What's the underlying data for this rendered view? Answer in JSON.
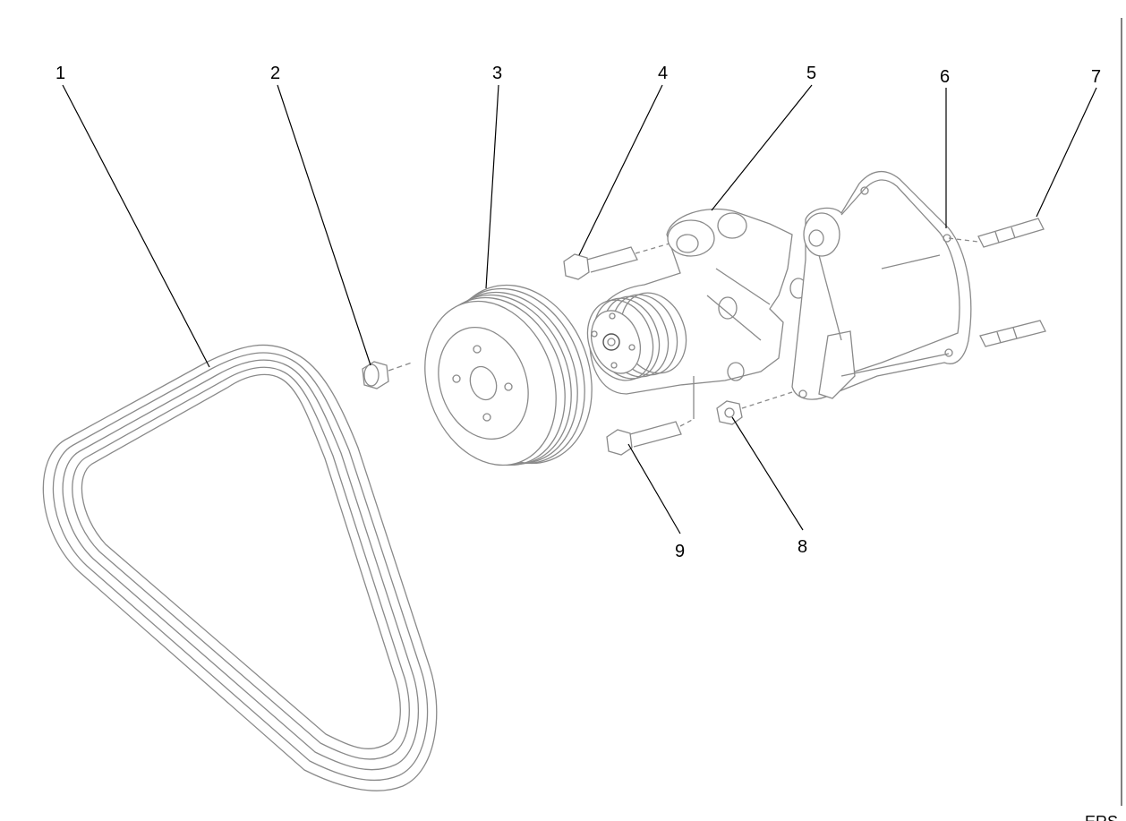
{
  "callouts": [
    {
      "number": "1",
      "part": "drive-belt"
    },
    {
      "number": "2",
      "part": "pulley-bolt"
    },
    {
      "number": "3",
      "part": "pulley"
    },
    {
      "number": "4",
      "part": "pump-bolt"
    },
    {
      "number": "5",
      "part": "water-pump"
    },
    {
      "number": "6",
      "part": "gasket"
    },
    {
      "number": "7",
      "part": "stud"
    },
    {
      "number": "8",
      "part": "nut"
    },
    {
      "number": "9",
      "part": "bolt"
    }
  ],
  "corner_code": "ERS"
}
